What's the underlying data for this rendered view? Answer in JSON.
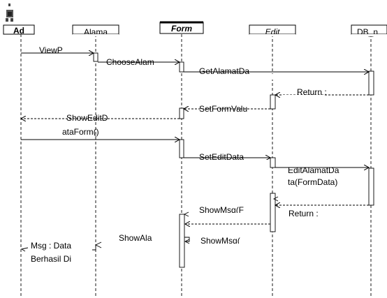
{
  "participants": [
    {
      "label": "Ad",
      "italic": false
    },
    {
      "label": "Alama",
      "italic": false
    },
    {
      "label": "Form",
      "italic": true
    },
    {
      "label": "Edit",
      "italic": true
    },
    {
      "label": "DB_n",
      "italic": false
    }
  ],
  "messages": [
    {
      "label": "ViewP",
      "kind": "call"
    },
    {
      "label": "ChooseAlam",
      "kind": "call"
    },
    {
      "label": "GetAlamatDa",
      "kind": "call"
    },
    {
      "label": "Return :",
      "kind": "return"
    },
    {
      "label": "SetFormValu",
      "kind": "return"
    },
    {
      "label": "ShowEditD",
      "kind": "return"
    },
    {
      "label": "ataForm()",
      "kind": "call"
    },
    {
      "label": "SetEditData",
      "kind": "call"
    },
    {
      "label": "EditAlamatDa",
      "kind": "call"
    },
    {
      "label": "ta(FormData)",
      "kind": "note"
    },
    {
      "label": "Return :",
      "kind": "return"
    },
    {
      "label": "ShowMsg(F",
      "kind": "self"
    },
    {
      "label": "ShowAla",
      "kind": "self"
    },
    {
      "label": "ShowMsg(",
      "kind": "self"
    },
    {
      "label": "Msg : Data",
      "kind": "return"
    },
    {
      "label": "Berhasil Di",
      "kind": "note"
    }
  ],
  "colors": {
    "line": "#000000",
    "background": "#ffffff"
  },
  "icons": {
    "actor": "actor-icon"
  }
}
